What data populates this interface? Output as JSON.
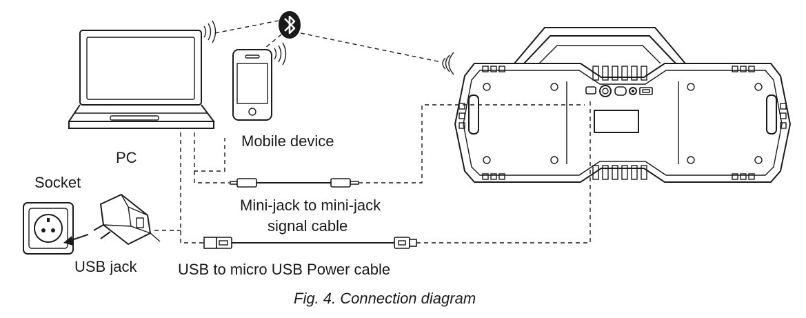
{
  "labels": {
    "pc": "PC",
    "mobile": "Mobile device",
    "socket": "Socket",
    "usb_jack": "USB jack",
    "minijack_line1": "Mini-jack to mini-jack",
    "minijack_line2": "signal cable",
    "usb_cable": "USB to micro USB Power cable"
  },
  "caption": "Fig. 4. Connection diagram",
  "icons": [
    "laptop-icon",
    "smartphone-icon",
    "bluetooth-icon",
    "wireless-signal-icon",
    "wall-socket-icon",
    "usb-charger-icon",
    "speaker-icon",
    "mini-jack-plug-icon",
    "usb-plug-icon",
    "micro-usb-plug-icon"
  ],
  "colors": {
    "ink": "#1a1a1a",
    "background": "#ffffff"
  }
}
